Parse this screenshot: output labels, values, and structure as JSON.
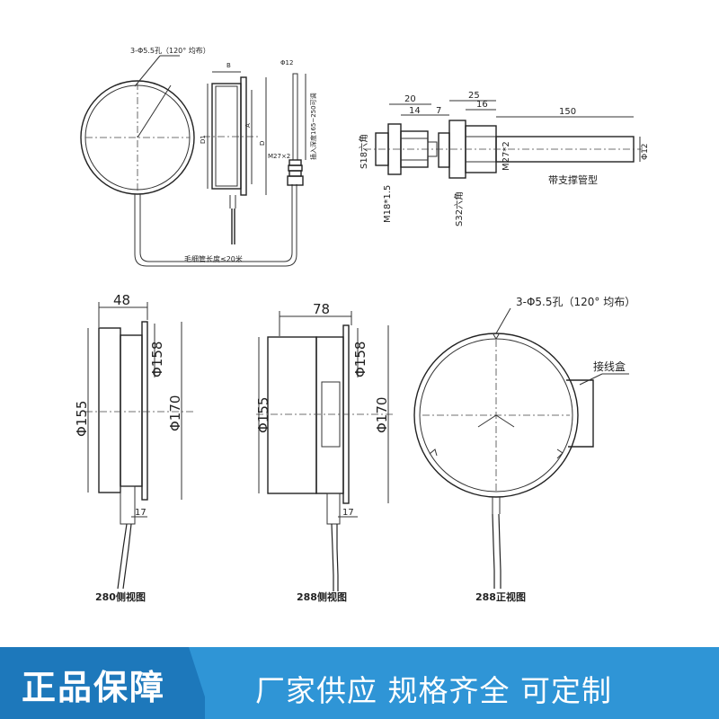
{
  "top_left": {
    "holes": "3-Φ5.5孔（120° 均布）",
    "dim_b": "B",
    "dim_phi12": "Φ12",
    "dim_d1": "D1",
    "dim_a": "A",
    "dim_d": "D",
    "thread": "M27×2",
    "insert_depth": "插入深度165~250可调",
    "capillary": "毛细管长度≤20米"
  },
  "top_right": {
    "dim_20": "20",
    "dim_14": "14",
    "dim_7": "7",
    "dim_25": "25",
    "dim_16": "16",
    "dim_150": "150",
    "hex_s18": "S18六角",
    "thread_m18": "M18*1.5",
    "hex_s32": "S32六角",
    "thread_m27": "M27*2",
    "dim_phi12": "Φ12",
    "support_type": "带支撑管型"
  },
  "view_280": {
    "width": "48",
    "d155": "Φ155",
    "d158": "Φ158",
    "d170": "Φ170",
    "stem": "17",
    "caption": "280侧视图"
  },
  "view_288_side": {
    "width": "78",
    "d155": "Φ155",
    "d158": "Φ158",
    "d170": "Φ170",
    "stem": "17",
    "caption": "288侧视图"
  },
  "view_288_front": {
    "holes": "3-Φ5.5孔（120° 均布）",
    "junction_box": "接线盒",
    "caption": "288正视图"
  },
  "banner": {
    "left": "正品保障",
    "right": "厂家供应  规格齐全  可定制",
    "background": "#2f95d6",
    "text_color": "#ffffff"
  }
}
